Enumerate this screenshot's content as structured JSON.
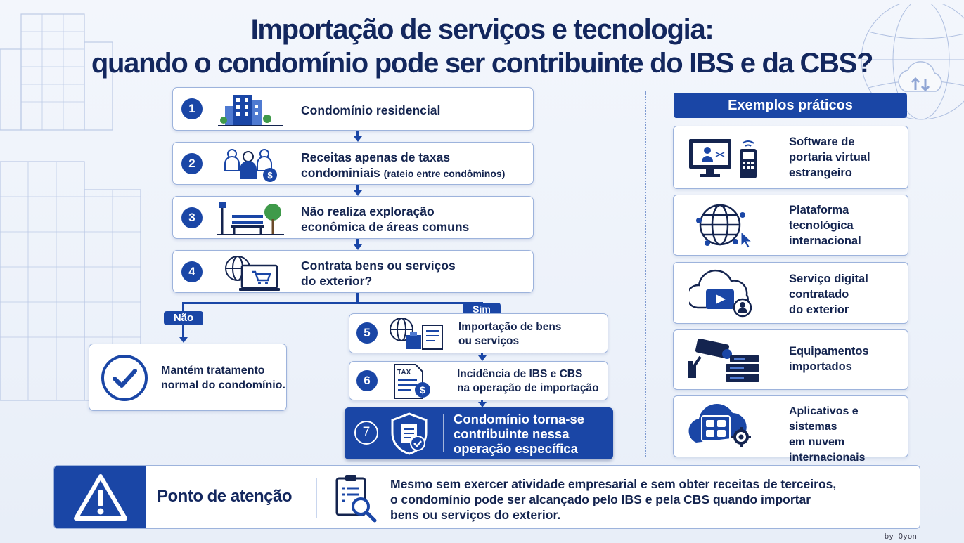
{
  "title": {
    "line1": "Importação de serviços e tecnologia:",
    "line2": "quando o condomínio pode ser contribuinte do IBS e da CBS?"
  },
  "flow": {
    "steps": [
      {
        "number": "1",
        "icon": "residential-building-icon",
        "line1": "Condomínio residencial",
        "line2": ""
      },
      {
        "number": "2",
        "icon": "people-money-icon",
        "line1": "Receitas apenas de taxas",
        "line2": "condominiais",
        "note": "(rateio entre condôminos)"
      },
      {
        "number": "3",
        "icon": "park-bench-icon",
        "line1": "Não realiza exploração",
        "line2": "econômica de áreas comuns"
      },
      {
        "number": "4",
        "icon": "globe-cart-icon",
        "line1": "Contrata bens ou serviços",
        "line2": "do exterior?"
      },
      {
        "number": "5",
        "icon": "import-documents-icon",
        "line1": "Importação de bens",
        "line2": "ou serviços"
      },
      {
        "number": "6",
        "icon": "tax-document-icon",
        "line1": "Incidência de IBS e CBS",
        "line2": "na operação de importação"
      },
      {
        "number": "7",
        "icon": "shield-check-icon",
        "line1": "Condomínio torna-se",
        "line2": "contribuinte nessa",
        "line3": "operação específica"
      }
    ],
    "branch_no": {
      "label": "Não",
      "line1": "Mantém tratamento",
      "line2": "normal do condomínio."
    },
    "branch_yes": {
      "label": "Sim"
    }
  },
  "examples": {
    "header": "Exemplos práticos",
    "items": [
      {
        "icon": "virtual-concierge-icon",
        "lines": [
          "Software de",
          "portaria virtual",
          "estrangeiro"
        ]
      },
      {
        "icon": "network-globe-icon",
        "lines": [
          "Plataforma",
          "tecnológica",
          "internacional"
        ]
      },
      {
        "icon": "cloud-video-icon",
        "lines": [
          "Serviço digital",
          "contratado",
          "do exterior"
        ]
      },
      {
        "icon": "camera-equipment-icon",
        "lines": [
          "Equipamentos",
          "importados",
          ""
        ]
      },
      {
        "icon": "cloud-apps-icon",
        "lines": [
          "Aplicativos e sistemas",
          "em nuvem",
          "internacionais"
        ]
      }
    ]
  },
  "attention": {
    "title": "Ponto de atenção",
    "icon": "warning-icon",
    "doc_icon": "document-search-icon",
    "lines": [
      "Mesmo sem exercer atividade empresarial e sem obter receitas de terceiros,",
      "o condomínio pode ser alcançado pelo IBS e pela CBS quando importar",
      "bens ou serviços do exterior."
    ]
  },
  "credit": "by Qyon",
  "colors": {
    "primary": "#1a46a6",
    "title": "#13275e",
    "border": "#9db3dc"
  }
}
